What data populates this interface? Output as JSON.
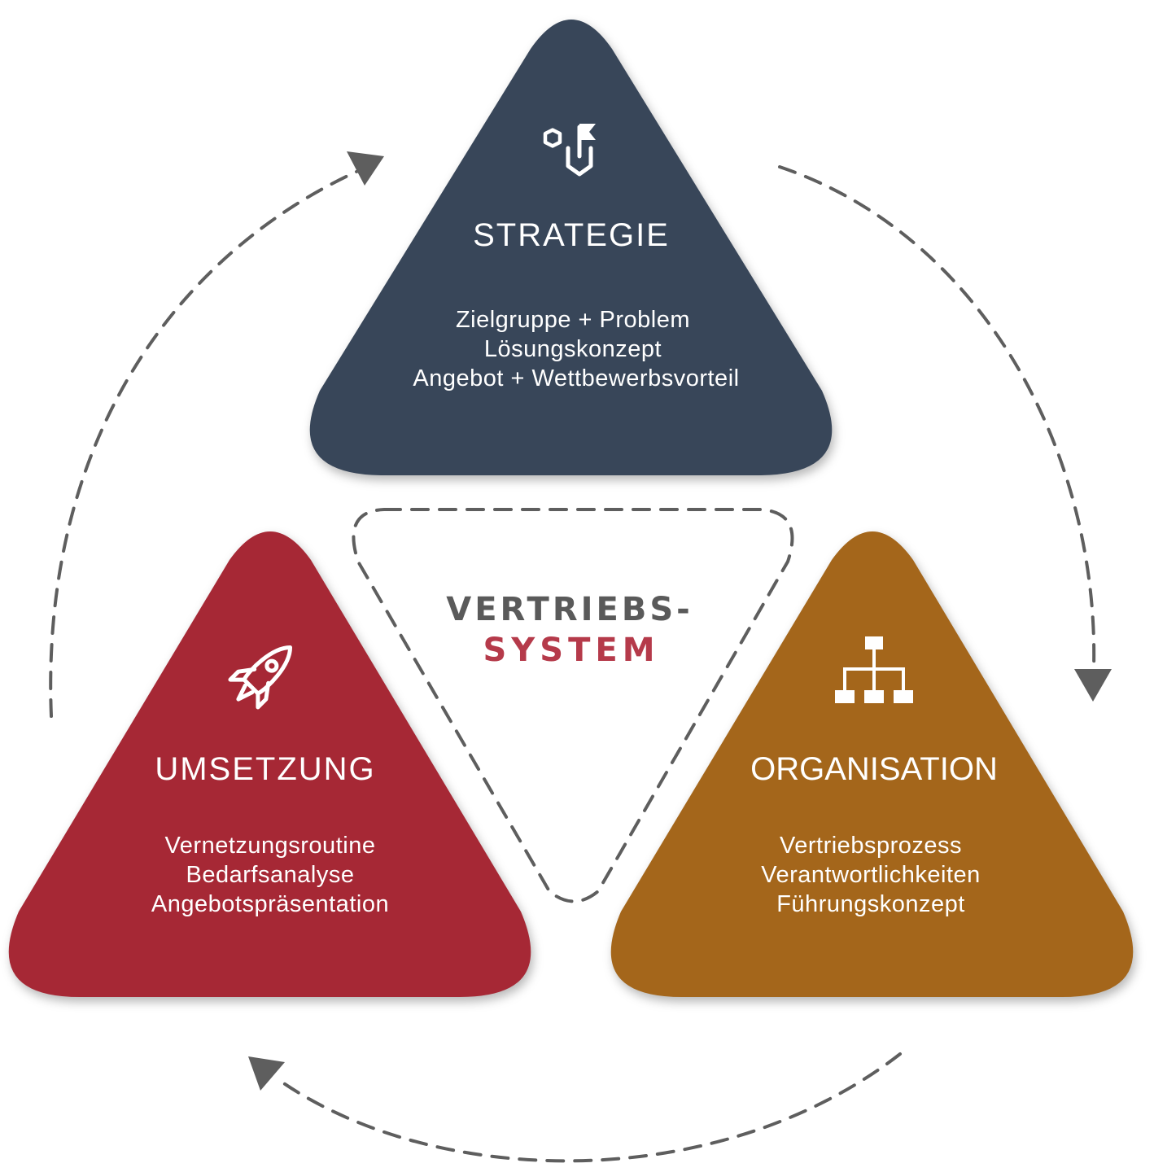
{
  "center": {
    "line1": "VERTRIEBS-",
    "line2": "SYSTEM",
    "line1_color": "#5a5a5a",
    "line2_color": "#b53a4a"
  },
  "triangles": [
    {
      "id": "strategie",
      "title": "STRATEGIE",
      "items": [
        "Zielgruppe + Problem",
        "Lösungskonzept",
        "Angebot + Wettbewerbsvorteil"
      ],
      "color": "#384659",
      "icon": "target-flag-icon"
    },
    {
      "id": "umsetzung",
      "title": "UMSETZUNG",
      "items": [
        "Vernetzungsroutine",
        "Bedarfsanalyse",
        "Angebotspräsentation"
      ],
      "color": "#a62835",
      "icon": "rocket-icon"
    },
    {
      "id": "organisation",
      "title": "ORGANISATION",
      "items": [
        "Vertriebsprozess",
        "Verantwortlichkeiten",
        "Führungskonzept"
      ],
      "color": "#a4661b",
      "icon": "org-chart-icon"
    }
  ],
  "arrow_color": "#5e5e5e"
}
